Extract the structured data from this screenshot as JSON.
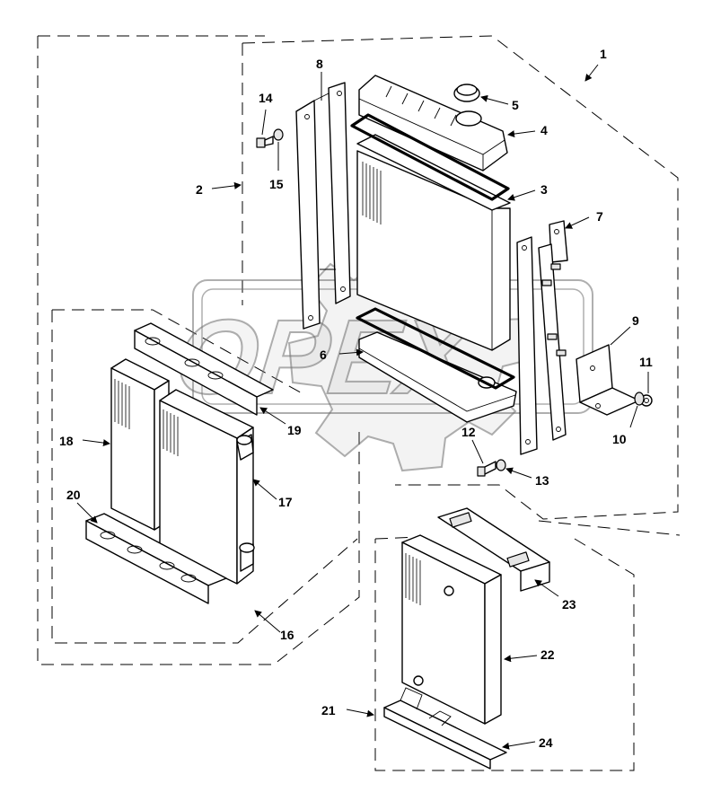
{
  "watermark": {
    "text": "OPEX"
  },
  "callouts": [
    {
      "id": "1",
      "label": "1"
    },
    {
      "id": "2",
      "label": "2"
    },
    {
      "id": "3",
      "label": "3"
    },
    {
      "id": "4",
      "label": "4"
    },
    {
      "id": "5",
      "label": "5"
    },
    {
      "id": "6",
      "label": "6"
    },
    {
      "id": "7",
      "label": "7"
    },
    {
      "id": "8",
      "label": "8"
    },
    {
      "id": "9",
      "label": "9"
    },
    {
      "id": "10",
      "label": "10"
    },
    {
      "id": "11",
      "label": "11"
    },
    {
      "id": "12",
      "label": "12"
    },
    {
      "id": "13",
      "label": "13"
    },
    {
      "id": "14",
      "label": "14"
    },
    {
      "id": "15",
      "label": "15"
    },
    {
      "id": "16",
      "label": "16"
    },
    {
      "id": "17",
      "label": "17"
    },
    {
      "id": "18",
      "label": "18"
    },
    {
      "id": "19",
      "label": "19"
    },
    {
      "id": "20",
      "label": "20"
    },
    {
      "id": "21",
      "label": "21"
    },
    {
      "id": "22",
      "label": "22"
    },
    {
      "id": "23",
      "label": "23"
    },
    {
      "id": "24",
      "label": "24"
    }
  ]
}
